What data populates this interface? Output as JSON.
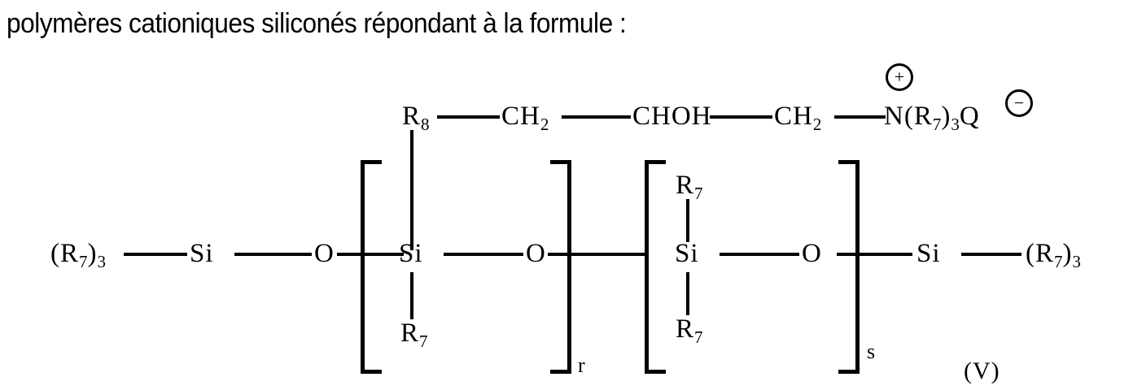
{
  "heading": {
    "text": "polymères cationiques siliconés répondant à la formule :"
  },
  "formula": {
    "label": "(V)",
    "pendant_chain": {
      "r8": "R",
      "r8_sub": "8",
      "ch2_a": "CH",
      "ch2_a_sub": "2",
      "choh": "CHOH",
      "ch2_b": "CH",
      "ch2_b_sub": "2",
      "ammonium": "N",
      "ammonium_group": "(R",
      "ammonium_group_sub": "7",
      "ammonium_group_tail": ")",
      "ammonium_count": "3",
      "counterion": "Q",
      "plus_charge": "+",
      "minus_charge": "−"
    },
    "backbone": {
      "left_cap": "(R",
      "left_cap_sub": "7",
      "left_cap_tail": ")",
      "left_cap_count": "3",
      "left_si": "Si",
      "left_o": "O",
      "unit_r_si": "Si",
      "unit_r_o": "O",
      "unit_r_substituent": "R",
      "unit_r_substituent_sub": "7",
      "unit_r_index": "r",
      "unit_s_si": "Si",
      "unit_s_o": "O",
      "unit_s_top_substituent": "R",
      "unit_s_top_substituent_sub": "7",
      "unit_s_bottom_substituent": "R",
      "unit_s_bottom_substituent_sub": "7",
      "unit_s_index": "s",
      "right_si": "Si",
      "right_cap": "(R",
      "right_cap_sub": "7",
      "right_cap_tail": ")",
      "right_cap_count": "3"
    }
  },
  "colors": {
    "ink": "#000000",
    "paper": "#ffffff"
  }
}
